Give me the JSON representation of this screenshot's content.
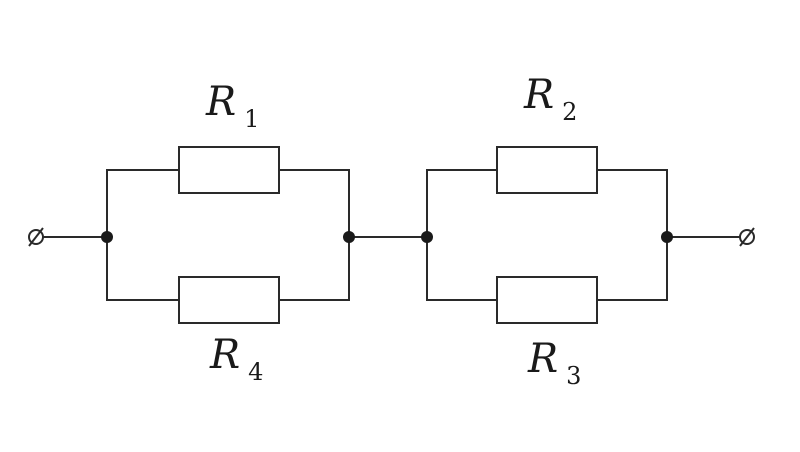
{
  "diagram": {
    "resistors": [
      {
        "id": "r1",
        "letter": "R",
        "subscript": "1"
      },
      {
        "id": "r2",
        "letter": "R",
        "subscript": "2"
      },
      {
        "id": "r3",
        "letter": "R",
        "subscript": "3"
      },
      {
        "id": "r4",
        "letter": "R",
        "subscript": "4"
      }
    ],
    "colors": {
      "stroke": "#2a2a2a",
      "node": "#1a1a1a",
      "background": "#ffffff"
    }
  }
}
